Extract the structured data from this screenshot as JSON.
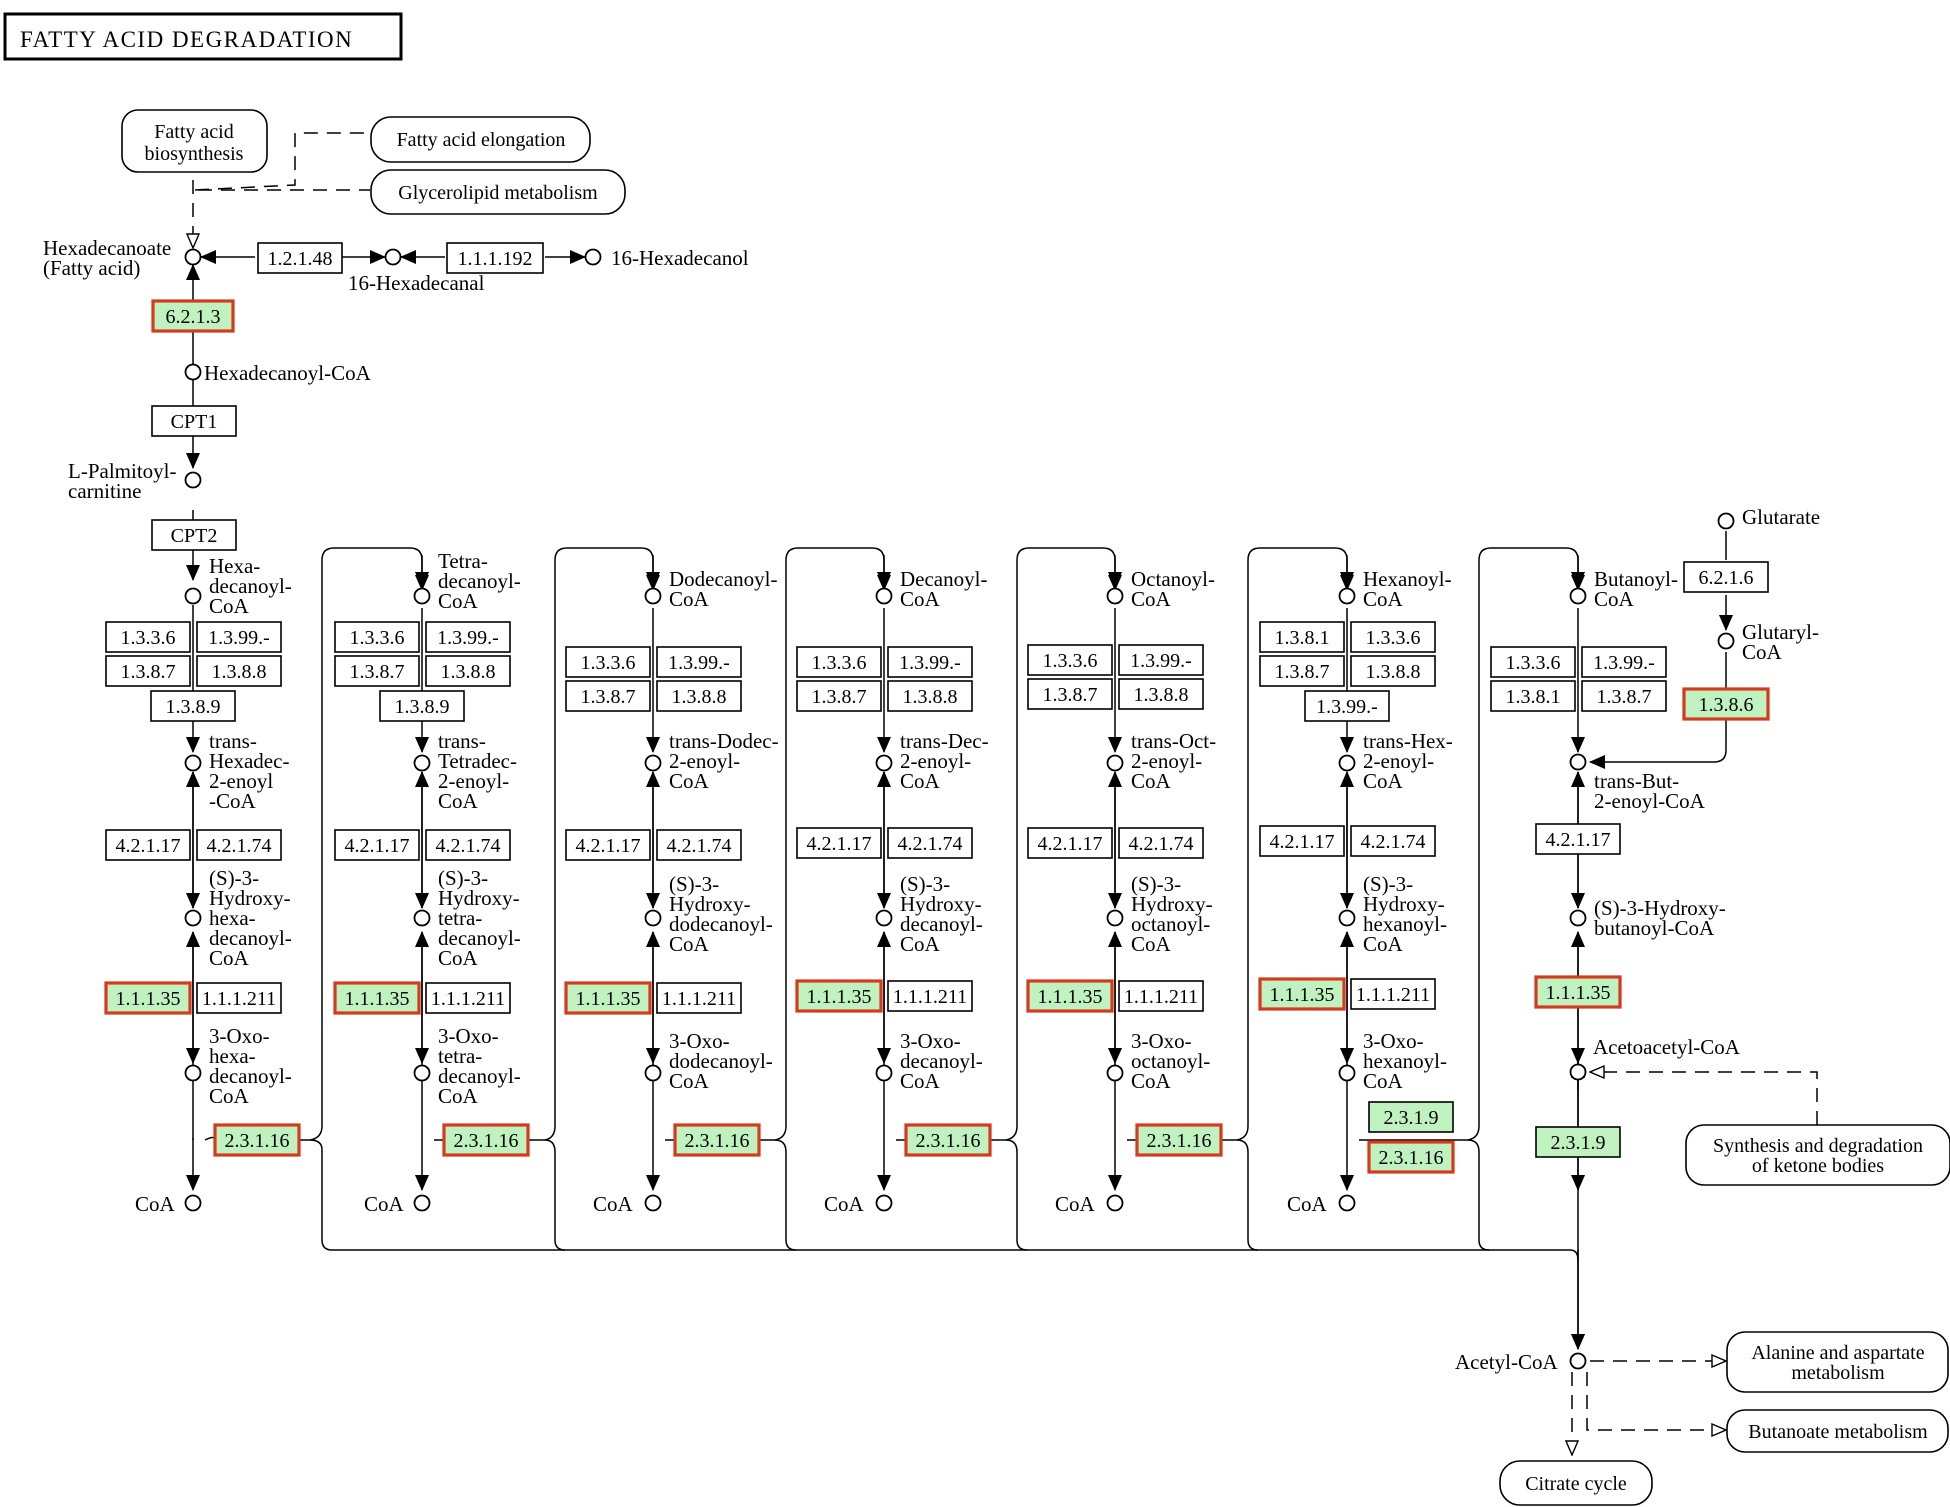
{
  "title": "FATTY ACID DEGRADATION",
  "colors": {
    "enzyme_found": "#bff2bf",
    "highlight_border": "#d63a1e",
    "line": "#000000"
  },
  "maps": [
    {
      "id": "fa_bios",
      "label": "Fatty acid\nbiosynthesis"
    },
    {
      "id": "fa_elong",
      "label": "Fatty acid elongation"
    },
    {
      "id": "glycero",
      "label": "Glycerolipid metabolism"
    },
    {
      "id": "ketone",
      "label": "Synthesis and degradation\nof ketone bodies"
    },
    {
      "id": "alanine",
      "label": "Alanine and aspartate\nmetabolism"
    },
    {
      "id": "butanoate",
      "label": "Butanoate metabolism"
    },
    {
      "id": "citrate",
      "label": "Citrate cycle"
    }
  ],
  "compounds": [
    {
      "id": "hexadecanoate",
      "label": "Hexadecanoate\n(Fatty acid)"
    },
    {
      "id": "hexadecanal",
      "label": "16-Hexadecanal"
    },
    {
      "id": "hexadecanol",
      "label": "16-Hexadecanol"
    },
    {
      "id": "hexadecanoyl_coa_top",
      "label": "Hexadecanoyl-CoA"
    },
    {
      "id": "palmitoyl_carnitine",
      "label": "L-Palmitoyl-\ncarnitine"
    },
    {
      "id": "glutarate",
      "label": "Glutarate"
    },
    {
      "id": "glutaryl_coa",
      "label": "Glutaryl-\nCoA"
    },
    {
      "id": "acetoacetyl_coa",
      "label": "Acetoacetyl-CoA"
    },
    {
      "id": "acetyl_coa",
      "label": "Acetyl-CoA"
    },
    {
      "id": "hexadecanoyl_coa",
      "label": "Hexa-\ndecanoyl-\nCoA"
    },
    {
      "id": "trans_hexadec",
      "label": "trans-\nHexadec-\n2-enoyl\n-CoA"
    },
    {
      "id": "s3_hydroxy_hexadecanoyl",
      "label": "(S)-3-\nHydroxy-\nhexa-\ndecanoyl-\nCoA"
    },
    {
      "id": "oxo_hexadecanoyl",
      "label": "3-Oxo-\nhexa-\ndecanoyl-\nCoA"
    },
    {
      "id": "tetradecanoyl_coa",
      "label": "Tetra-\ndecanoyl-\nCoA"
    },
    {
      "id": "trans_tetradec",
      "label": "trans-\nTetradec-\n2-enoyl-\nCoA"
    },
    {
      "id": "s3_hydroxy_tetradecanoyl",
      "label": "(S)-3-\nHydroxy-\ntetra-\ndecanoyl-\nCoA"
    },
    {
      "id": "oxo_tetradecanoyl",
      "label": "3-Oxo-\ntetra-\ndecanoyl-\nCoA"
    },
    {
      "id": "dodecanoyl_coa",
      "label": "Dodecanoyl-\nCoA"
    },
    {
      "id": "trans_dodec",
      "label": "trans-Dodec-\n2-enoyl-\nCoA"
    },
    {
      "id": "s3_hydroxy_dodecanoyl",
      "label": "(S)-3-\nHydroxy-\ndodecanoyl-\nCoA"
    },
    {
      "id": "oxo_dodecanoyl",
      "label": "3-Oxo-\ndodecanoyl-\nCoA"
    },
    {
      "id": "decanoyl_coa",
      "label": "Decanoyl-\nCoA"
    },
    {
      "id": "trans_dec",
      "label": "trans-Dec-\n2-enoyl-\nCoA"
    },
    {
      "id": "s3_hydroxy_decanoyl",
      "label": "(S)-3-\nHydroxy-\ndecanoyl-\nCoA"
    },
    {
      "id": "oxo_decanoyl",
      "label": "3-Oxo-\ndecanoyl-\nCoA"
    },
    {
      "id": "octanoyl_coa",
      "label": "Octanoyl-\nCoA"
    },
    {
      "id": "trans_oct",
      "label": "trans-Oct-\n2-enoyl-\nCoA"
    },
    {
      "id": "s3_hydroxy_octanoyl",
      "label": "(S)-3-\nHydroxy-\noctanoyl-\nCoA"
    },
    {
      "id": "oxo_octanoyl",
      "label": "3-Oxo-\noctanoyl-\nCoA"
    },
    {
      "id": "hexanoyl_coa",
      "label": "Hexanoyl-\nCoA"
    },
    {
      "id": "trans_hex",
      "label": "trans-Hex-\n2-enoyl-\nCoA"
    },
    {
      "id": "s3_hydroxy_hexanoyl",
      "label": "(S)-3-\nHydroxy-\nhexanoyl-\nCoA"
    },
    {
      "id": "oxo_hexanoyl",
      "label": "3-Oxo-\nhexanoyl-\nCoA"
    },
    {
      "id": "butanoyl_coa",
      "label": "Butanoyl-\nCoA"
    },
    {
      "id": "trans_but",
      "label": "trans-But-\n2-enoyl-CoA"
    },
    {
      "id": "s3_hydroxy_butanoyl",
      "label": "(S)-3-Hydroxy-\nbutanoyl-CoA"
    },
    {
      "id": "coa_1",
      "label": "CoA"
    },
    {
      "id": "coa_2",
      "label": "CoA"
    },
    {
      "id": "coa_3",
      "label": "CoA"
    },
    {
      "id": "coa_4",
      "label": "CoA"
    },
    {
      "id": "coa_5",
      "label": "CoA"
    },
    {
      "id": "coa_6",
      "label": "CoA"
    }
  ],
  "enzymes": [
    {
      "id": "e_1_2_1_48",
      "label": "1.2.1.48",
      "found": false,
      "highlighted": false
    },
    {
      "id": "e_1_1_1_192",
      "label": "1.1.1.192",
      "found": false,
      "highlighted": false
    },
    {
      "id": "e_6_2_1_3",
      "label": "6.2.1.3",
      "found": true,
      "highlighted": true
    },
    {
      "id": "e_cpt1",
      "label": "CPT1",
      "found": false,
      "highlighted": false
    },
    {
      "id": "e_cpt2",
      "label": "CPT2",
      "found": false,
      "highlighted": false
    },
    {
      "id": "e_6_2_1_6",
      "label": "6.2.1.6",
      "found": false,
      "highlighted": false
    },
    {
      "id": "e_1_3_8_6",
      "label": "1.3.8.6",
      "found": true,
      "highlighted": true
    },
    {
      "id": "c1_1336",
      "label": "1.3.3.6",
      "found": false,
      "highlighted": false
    },
    {
      "id": "c1_1399",
      "label": "1.3.99.-",
      "found": false,
      "highlighted": false
    },
    {
      "id": "c1_1387",
      "label": "1.3.8.7",
      "found": false,
      "highlighted": false
    },
    {
      "id": "c1_1388",
      "label": "1.3.8.8",
      "found": false,
      "highlighted": false
    },
    {
      "id": "c1_1389",
      "label": "1.3.8.9",
      "found": false,
      "highlighted": false
    },
    {
      "id": "c1_42117",
      "label": "4.2.1.17",
      "found": false,
      "highlighted": false
    },
    {
      "id": "c1_42174",
      "label": "4.2.1.74",
      "found": false,
      "highlighted": false
    },
    {
      "id": "c1_11135",
      "label": "1.1.1.35",
      "found": true,
      "highlighted": true
    },
    {
      "id": "c1_111211",
      "label": "1.1.1.211",
      "found": false,
      "highlighted": false
    },
    {
      "id": "c1_23116",
      "label": "2.3.1.16",
      "found": true,
      "highlighted": true
    },
    {
      "id": "c2_1336",
      "label": "1.3.3.6",
      "found": false,
      "highlighted": false
    },
    {
      "id": "c2_1399",
      "label": "1.3.99.-",
      "found": false,
      "highlighted": false
    },
    {
      "id": "c2_1387",
      "label": "1.3.8.7",
      "found": false,
      "highlighted": false
    },
    {
      "id": "c2_1388",
      "label": "1.3.8.8",
      "found": false,
      "highlighted": false
    },
    {
      "id": "c2_1389",
      "label": "1.3.8.9",
      "found": false,
      "highlighted": false
    },
    {
      "id": "c2_42117",
      "label": "4.2.1.17",
      "found": false,
      "highlighted": false
    },
    {
      "id": "c2_42174",
      "label": "4.2.1.74",
      "found": false,
      "highlighted": false
    },
    {
      "id": "c2_11135",
      "label": "1.1.1.35",
      "found": true,
      "highlighted": true
    },
    {
      "id": "c2_111211",
      "label": "1.1.1.211",
      "found": false,
      "highlighted": false
    },
    {
      "id": "c2_23116",
      "label": "2.3.1.16",
      "found": true,
      "highlighted": true
    },
    {
      "id": "c3_1336",
      "label": "1.3.3.6",
      "found": false,
      "highlighted": false
    },
    {
      "id": "c3_1399",
      "label": "1.3.99.-",
      "found": false,
      "highlighted": false
    },
    {
      "id": "c3_1387",
      "label": "1.3.8.7",
      "found": false,
      "highlighted": false
    },
    {
      "id": "c3_1388",
      "label": "1.3.8.8",
      "found": false,
      "highlighted": false
    },
    {
      "id": "c3_42117",
      "label": "4.2.1.17",
      "found": false,
      "highlighted": false
    },
    {
      "id": "c3_42174",
      "label": "4.2.1.74",
      "found": false,
      "highlighted": false
    },
    {
      "id": "c3_11135",
      "label": "1.1.1.35",
      "found": true,
      "highlighted": true
    },
    {
      "id": "c3_111211",
      "label": "1.1.1.211",
      "found": false,
      "highlighted": false
    },
    {
      "id": "c3_23116",
      "label": "2.3.1.16",
      "found": true,
      "highlighted": true
    },
    {
      "id": "c4_1336",
      "label": "1.3.3.6",
      "found": false,
      "highlighted": false
    },
    {
      "id": "c4_1399",
      "label": "1.3.99.-",
      "found": false,
      "highlighted": false
    },
    {
      "id": "c4_1387",
      "label": "1.3.8.7",
      "found": false,
      "highlighted": false
    },
    {
      "id": "c4_1388",
      "label": "1.3.8.8",
      "found": false,
      "highlighted": false
    },
    {
      "id": "c4_42117",
      "label": "4.2.1.17",
      "found": false,
      "highlighted": false
    },
    {
      "id": "c4_42174",
      "label": "4.2.1.74",
      "found": false,
      "highlighted": false
    },
    {
      "id": "c4_11135",
      "label": "1.1.1.35",
      "found": true,
      "highlighted": true
    },
    {
      "id": "c4_111211",
      "label": "1.1.1.211",
      "found": false,
      "highlighted": false
    },
    {
      "id": "c4_23116",
      "label": "2.3.1.16",
      "found": true,
      "highlighted": true
    },
    {
      "id": "c5_1336",
      "label": "1.3.3.6",
      "found": false,
      "highlighted": false
    },
    {
      "id": "c5_1399",
      "label": "1.3.99.-",
      "found": false,
      "highlighted": false
    },
    {
      "id": "c5_1387",
      "label": "1.3.8.7",
      "found": false,
      "highlighted": false
    },
    {
      "id": "c5_1388",
      "label": "1.3.8.8",
      "found": false,
      "highlighted": false
    },
    {
      "id": "c5_42117",
      "label": "4.2.1.17",
      "found": false,
      "highlighted": false
    },
    {
      "id": "c5_42174",
      "label": "4.2.1.74",
      "found": false,
      "highlighted": false
    },
    {
      "id": "c5_11135",
      "label": "1.1.1.35",
      "found": true,
      "highlighted": true
    },
    {
      "id": "c5_111211",
      "label": "1.1.1.211",
      "found": false,
      "highlighted": false
    },
    {
      "id": "c5_23116",
      "label": "2.3.1.16",
      "found": true,
      "highlighted": true
    },
    {
      "id": "c6_1381",
      "label": "1.3.8.1",
      "found": false,
      "highlighted": false
    },
    {
      "id": "c6_1336",
      "label": "1.3.3.6",
      "found": false,
      "highlighted": false
    },
    {
      "id": "c6_1387",
      "label": "1.3.8.7",
      "found": false,
      "highlighted": false
    },
    {
      "id": "c6_1388",
      "label": "1.3.8.8",
      "found": false,
      "highlighted": false
    },
    {
      "id": "c6_1399",
      "label": "1.3.99.-",
      "found": false,
      "highlighted": false
    },
    {
      "id": "c6_42117",
      "label": "4.2.1.17",
      "found": false,
      "highlighted": false
    },
    {
      "id": "c6_42174",
      "label": "4.2.1.74",
      "found": false,
      "highlighted": false
    },
    {
      "id": "c6_11135",
      "label": "1.1.1.35",
      "found": true,
      "highlighted": true
    },
    {
      "id": "c6_111211",
      "label": "1.1.1.211",
      "found": false,
      "highlighted": false
    },
    {
      "id": "c6_2319",
      "label": "2.3.1.9",
      "found": true,
      "highlighted": false
    },
    {
      "id": "c6_23116",
      "label": "2.3.1.16",
      "found": true,
      "highlighted": true
    },
    {
      "id": "c7_1336",
      "label": "1.3.3.6",
      "found": false,
      "highlighted": false
    },
    {
      "id": "c7_1399",
      "label": "1.3.99.-",
      "found": false,
      "highlighted": false
    },
    {
      "id": "c7_1381",
      "label": "1.3.8.1",
      "found": false,
      "highlighted": false
    },
    {
      "id": "c7_1387",
      "label": "1.3.8.7",
      "found": false,
      "highlighted": false
    },
    {
      "id": "c7_42117",
      "label": "4.2.1.17",
      "found": false,
      "highlighted": false
    },
    {
      "id": "c7_11135",
      "label": "1.1.1.35",
      "found": true,
      "highlighted": true
    },
    {
      "id": "c7_2319",
      "label": "2.3.1.9",
      "found": true,
      "highlighted": false
    }
  ]
}
